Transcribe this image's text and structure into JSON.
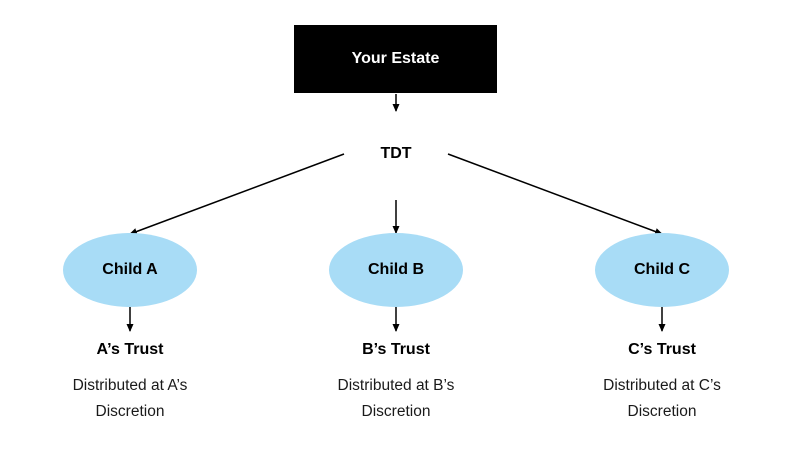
{
  "estate": {
    "label": "Your Estate"
  },
  "tdt": {
    "label": "TDT"
  },
  "children": [
    {
      "node_label": "Child A",
      "trust_label": "A’s Trust",
      "description_line1": "Distributed at A’s",
      "description_line2": "Discretion"
    },
    {
      "node_label": "Child B",
      "trust_label": "B’s Trust",
      "description_line1": "Distributed at B’s",
      "description_line2": "Discretion"
    },
    {
      "node_label": "Child C",
      "trust_label": "C’s Trust",
      "description_line1": "Distributed at C’s",
      "description_line2": "Discretion"
    }
  ],
  "colors": {
    "estate_box": "#000000",
    "estate_text": "#ffffff",
    "child_node_fill": "#a8dcf6",
    "arrow": "#000000"
  }
}
